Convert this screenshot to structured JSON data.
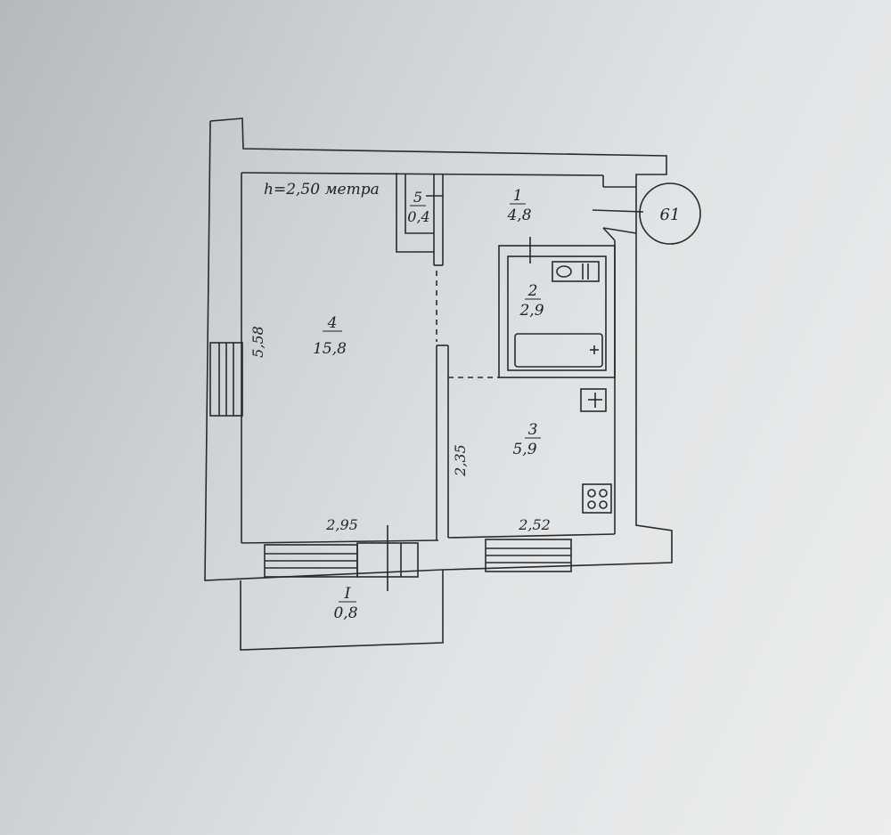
{
  "ceiling_height": "h=2,50 метра",
  "house_number": "61",
  "rooms": [
    {
      "number": "1",
      "area": "4,8"
    },
    {
      "number": "2",
      "area": "2,9"
    },
    {
      "number": "3",
      "area": "5,9"
    },
    {
      "number": "4",
      "area": "15,8"
    },
    {
      "number": "5",
      "area": "0,4"
    }
  ],
  "balcony": {
    "number": "I",
    "area": "0,8"
  },
  "dimensions": {
    "room4_height": "5,58",
    "room4_width": "2,95",
    "room3_height": "2,35",
    "room3_width": "2,52"
  },
  "colors": {
    "line": "#2a2a2a",
    "paper": "#dfe2e4"
  }
}
